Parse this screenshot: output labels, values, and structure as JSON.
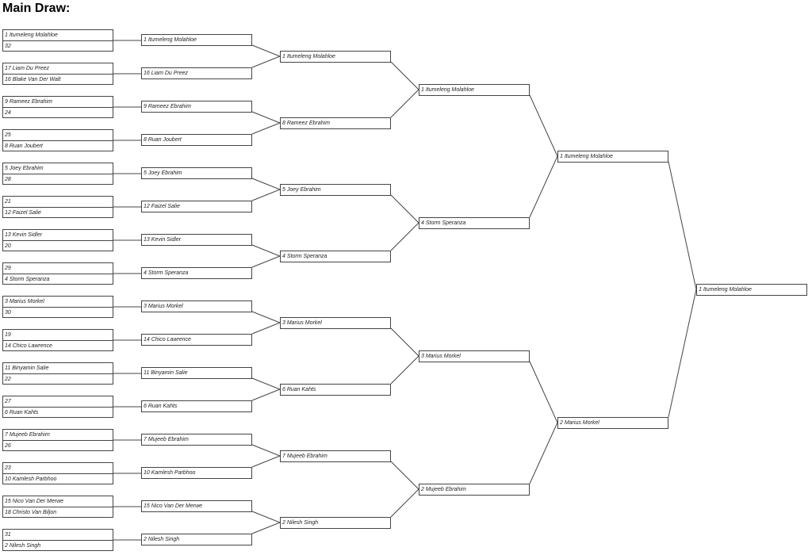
{
  "heading": "Main Draw:",
  "rounds": [
    [
      [
        "1 Itumeleng Molahloe",
        "32"
      ],
      [
        "17 Liam Du Preez",
        "16 Blake Van Der Walt"
      ],
      [
        "9 Rameez Ebrahim",
        "24"
      ],
      [
        "25",
        "8 Ruan Joubert"
      ],
      [
        "5 Joey Ebrahim",
        "28"
      ],
      [
        "21",
        "12 Faizel Salie"
      ],
      [
        "13 Kevin Sidler",
        "20"
      ],
      [
        "29",
        "4 Storm Speranza"
      ],
      [
        "3 Marius Morkel",
        "30"
      ],
      [
        "19",
        "14 Chico Lawrence"
      ],
      [
        "11 Binyamin Salie",
        "22"
      ],
      [
        "27",
        "6 Ruan Kahts"
      ],
      [
        "7 Mujeeb Ebrahim",
        "26"
      ],
      [
        "23",
        "10 Kamlesh Parbhoo"
      ],
      [
        "15 Nico Van Der Merwe",
        "18 Christo Van Biljon"
      ],
      [
        "31",
        "2 Nilesh Singh"
      ]
    ],
    [
      "1 Itumeleng Molahloe",
      "16 Liam Du Preez",
      "9 Rameez Ebrahim",
      "8 Ruan Joubert",
      "5 Joey Ebrahim",
      "12 Faizel Salie",
      "13 Kevin Sidler",
      "4 Storm Speranza",
      "3 Marius Morkel",
      "14 Chico Lawrence",
      "11 Binyamin Salie",
      "6 Ruan Kahts",
      "7 Mujeeb Ebrahim",
      "10 Kamlesh Parbhoo",
      "15 Nico Van Der Merwe",
      "2 Nilesh Singh"
    ],
    [
      "1 Itumeleng Molahloe",
      "8 Rameez Ebrahim",
      "5 Joey Ebrahim",
      "4 Storm Speranza",
      "3 Marius Morkel",
      "6 Ruan Kahts",
      "7 Mujeeb Ebrahim",
      "2 Nilesh Singh"
    ],
    [
      "1 Itumeleng Molahloe",
      "4 Storm Speranza",
      "3 Marius Morkel",
      "2 Mujeeb Ebrahim"
    ],
    [
      "1 Itumeleng Molahloe",
      "2 Marius Morkel"
    ],
    [
      "1 Itumeleng Molahloe"
    ]
  ]
}
